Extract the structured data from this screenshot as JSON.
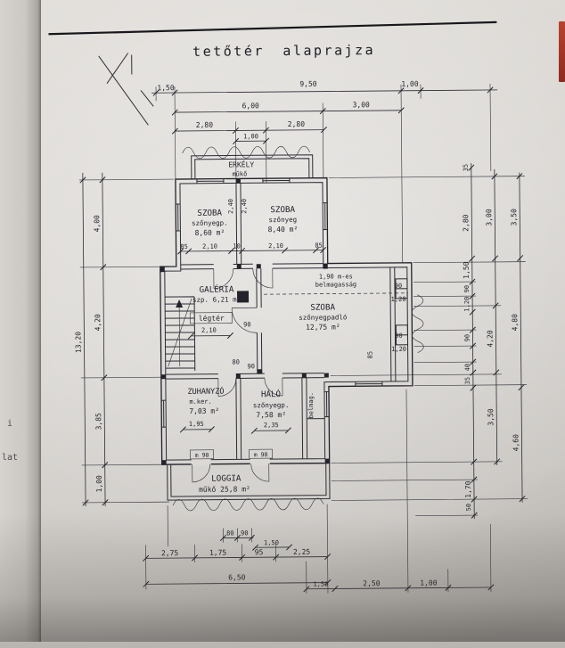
{
  "title": "tetőtér alaprajza",
  "left_sheet": {
    "frag1": "i",
    "frag2": "lat"
  },
  "rooms": {
    "erkely": {
      "name": "ERKÉLY",
      "sub": "műkő"
    },
    "szoba_left": {
      "name": "SZOBA",
      "mat": "szőnyegp.",
      "area": "8,60 m²"
    },
    "szoba_right": {
      "name": "SZOBA",
      "mat": "szőnyeg",
      "area": "8,40 m²"
    },
    "galeria": {
      "name": "GALÉRIA",
      "sub": "szp. 6,21 m²"
    },
    "legter": {
      "name": "légtér"
    },
    "szoba_big": {
      "name": "SZOBA",
      "mat": "szőnyegpadló",
      "area": "12,75 m²"
    },
    "zuhanyzo": {
      "name": "ZUHANYZÓ",
      "mat": "m.ker.",
      "area": "7,03 m²"
    },
    "halo": {
      "name": "HÁLÓ",
      "mat": "szőnyegp.",
      "area": "7,58 m²"
    },
    "loggia": {
      "name": "LOGGIA",
      "sub": "műkő 25,8 m²"
    }
  },
  "notes": {
    "height_note_1": "1,90 m-es",
    "height_note_2": "belmagasság",
    "belmag": "belmag.",
    "door_mark_1": "m 90",
    "door_mark_2": "m 90"
  },
  "dims": {
    "top": [
      "1,50",
      "9,50",
      "1,00",
      "6,00",
      "3,00",
      "2,80",
      "1,00",
      "2,80"
    ],
    "left": [
      "13,20",
      "4,00",
      "4,20",
      "3,85",
      "1,00"
    ],
    "right_inner": [
      "35",
      "2,80",
      "1,50",
      "90",
      "1,20",
      "90",
      "40",
      "35",
      "1,70",
      "50"
    ],
    "right_mid": [
      "3,00",
      "4,20",
      "3,50"
    ],
    "right_outer": [
      "3,50",
      "4,80",
      "4,60"
    ],
    "wing": [
      "90",
      "1,20",
      "90",
      "1,20",
      "85"
    ],
    "rooms_top": [
      "85",
      "2,10",
      "10",
      "2,10",
      "85",
      "2,40",
      "2,40"
    ],
    "mid": [
      "2,10",
      "90",
      "80",
      "90"
    ],
    "lower": [
      "1,95",
      "2,35"
    ],
    "bottom": [
      "80",
      "90",
      "1,50",
      "2,75",
      "1,75",
      "95",
      "2,25",
      "6,50",
      "1,50",
      "2,50",
      "1,00"
    ]
  }
}
